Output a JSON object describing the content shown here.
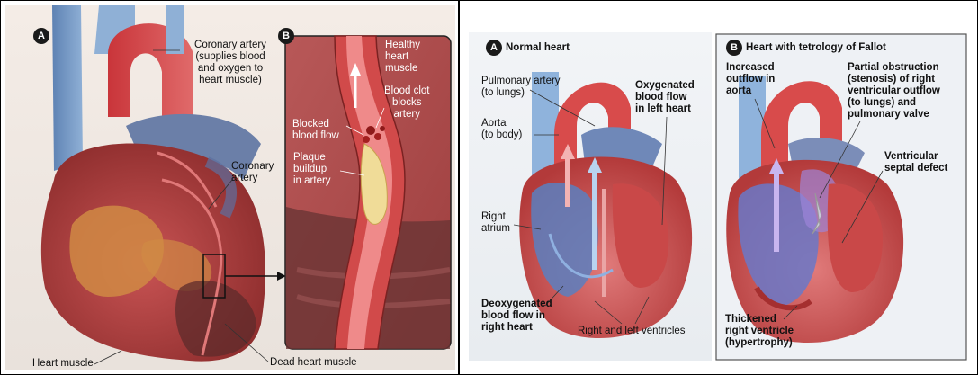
{
  "left": {
    "badge_a": "A",
    "badge_b": "B",
    "coronary_artery_note": "Coronary artery\n(supplies blood\nand oxygen to\nheart muscle)",
    "coronary_artery": "Coronary\nartery",
    "heart_muscle": "Heart muscle",
    "dead_heart_muscle": "Dead heart muscle",
    "healthy_heart_muscle": "Healthy\nheart\nmuscle",
    "blood_clot": "Blood clot\nblocks\nartery",
    "blocked_blood_flow": "Blocked\nblood flow",
    "plaque_buildup": "Plaque\nbuildup\nin artery"
  },
  "right": {
    "badge_a": "A",
    "badge_b": "B",
    "title_normal": "Normal heart",
    "title_tof": "Heart with tetrology of Fallot",
    "pulmonary_artery": "Pulmonary artery\n(to lungs)",
    "aorta": "Aorta\n(to body)",
    "right_atrium": "Right\natrium",
    "oxygenated": "Oxygenated\nblood flow\nin left heart",
    "deoxygenated": "Deoxygenated\nblood flow in\nright heart",
    "ventricles": "Right and left ventricles",
    "increased_outflow": "Increased\noutflow in\naorta",
    "partial_obstruction": "Partial obstruction\n(stenosis) of right\nventricular outflow\n(to lungs) and\npulmonary valve",
    "ventricular_defect": "Ventricular\nseptal defect",
    "thickened": "Thickened\nright ventricle\n(hypertrophy)"
  }
}
